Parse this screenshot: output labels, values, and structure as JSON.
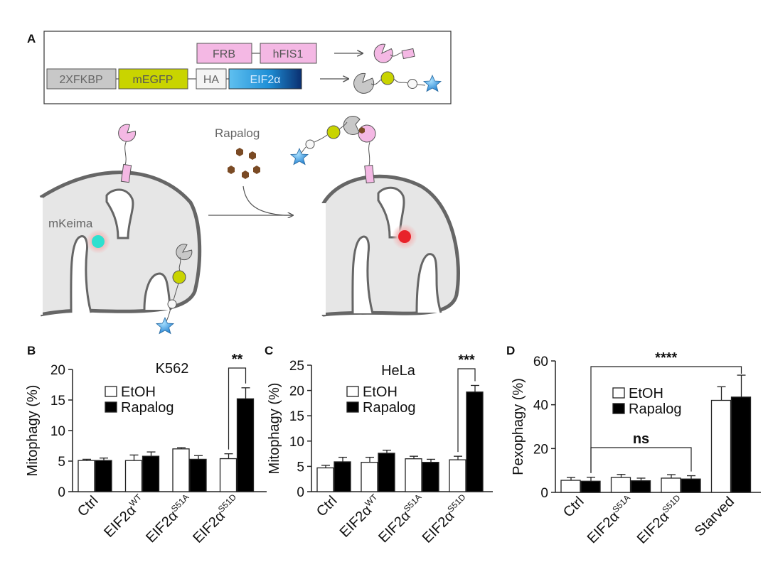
{
  "panel_labels": {
    "a": "A",
    "b": "B",
    "c": "C",
    "d": "D"
  },
  "construct": {
    "row1": [
      "FRB",
      "hFIS1"
    ],
    "row2": [
      "2XFKBP",
      "mEGFP",
      "HA",
      "EIF2α"
    ]
  },
  "schematic": {
    "rapalog_label": "Rapalog",
    "mkeima_label": "mKeima"
  },
  "colors": {
    "frb_pink": "#f4b8e4",
    "fkbp_gray": "#c8c8c8",
    "egfp_yellow": "#c9d400",
    "eif2a_blue": "#1f8fd6",
    "mkeima_cyan": "#2fe0cf",
    "mkeima_red": "#e8222a",
    "rapalog_brown": "#7a4a24"
  },
  "chart_data": [
    {
      "type": "bar",
      "title": "K562",
      "ylabel": "Mitophagy (%)",
      "ylim": [
        0,
        20
      ],
      "yticks": [
        "0",
        "5",
        "10",
        "15",
        "20"
      ],
      "categories": [
        {
          "base": "Ctrl",
          "sup": ""
        },
        {
          "base": "EIF2α",
          "sup": "WT"
        },
        {
          "base": "EIF2α",
          "sup": "S51A"
        },
        {
          "base": "EIF2α",
          "sup": "S51D"
        }
      ],
      "series": [
        {
          "name": "EtOH",
          "values": [
            5.1,
            5.1,
            7.0,
            5.4
          ],
          "errors": [
            0.2,
            0.9,
            0.2,
            0.8
          ]
        },
        {
          "name": "Rapalog",
          "values": [
            5.1,
            5.8,
            5.3,
            15.2
          ],
          "errors": [
            0.4,
            0.7,
            0.6,
            1.8
          ]
        }
      ],
      "legend_position": "center",
      "annotations": [
        {
          "text": "**",
          "from": [
            3,
            0
          ],
          "to": [
            3,
            1
          ]
        }
      ]
    },
    {
      "type": "bar",
      "title": "HeLa",
      "ylabel": "Mitophagy (%)",
      "ylim": [
        0,
        25
      ],
      "yticks": [
        "0",
        "5",
        "10",
        "15",
        "20",
        "25"
      ],
      "categories": [
        {
          "base": "Ctrl",
          "sup": ""
        },
        {
          "base": "EIF2α",
          "sup": "WT"
        },
        {
          "base": "EIF2α",
          "sup": "S51A"
        },
        {
          "base": "EIF2α",
          "sup": "S51D"
        }
      ],
      "series": [
        {
          "name": "EtOH",
          "values": [
            4.7,
            5.8,
            6.5,
            6.3
          ],
          "errors": [
            0.5,
            1.0,
            0.5,
            0.7
          ]
        },
        {
          "name": "Rapalog",
          "values": [
            5.9,
            7.6,
            5.8,
            19.7
          ],
          "errors": [
            0.9,
            0.6,
            0.6,
            1.3
          ]
        }
      ],
      "legend_position": "center",
      "annotations": [
        {
          "text": "***",
          "from": [
            3,
            0
          ],
          "to": [
            3,
            1
          ]
        }
      ]
    },
    {
      "type": "bar",
      "title": "",
      "ylabel": "Pexophagy (%)",
      "ylim": [
        0,
        60
      ],
      "yticks": [
        "0",
        "20",
        "40",
        "60"
      ],
      "categories": [
        {
          "base": "Ctrl",
          "sup": ""
        },
        {
          "base": "EIF2α",
          "sup": "S51A"
        },
        {
          "base": "EIF2α",
          "sup": "S51D"
        },
        {
          "base": "Starved",
          "sup": ""
        }
      ],
      "series": [
        {
          "name": "EtOH",
          "values": [
            5.5,
            6.8,
            6.5,
            42.0
          ],
          "errors": [
            1.3,
            1.4,
            1.6,
            6.2
          ]
        },
        {
          "name": "Rapalog",
          "values": [
            5.1,
            5.3,
            6.1,
            43.5
          ],
          "errors": [
            1.8,
            1.2,
            1.5,
            10.0
          ]
        }
      ],
      "legend_position": "center",
      "annotations": [
        {
          "text": "****",
          "from": [
            0,
            1
          ],
          "to": [
            3,
            1
          ]
        },
        {
          "text": "ns",
          "from": [
            0,
            1
          ],
          "to": [
            2,
            1
          ]
        }
      ]
    }
  ]
}
